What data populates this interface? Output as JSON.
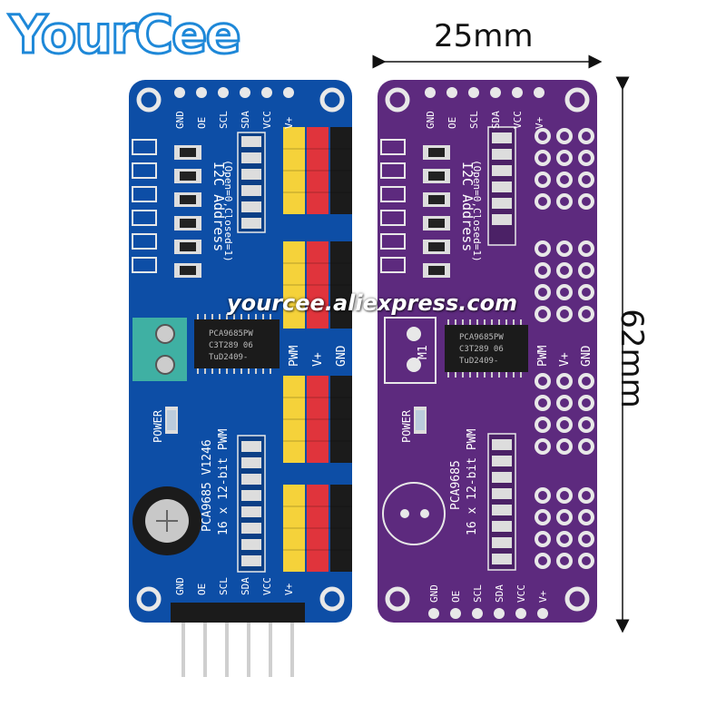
{
  "brand": {
    "logo_text": "YourCee"
  },
  "watermark": "yourcee.aliexpress.com",
  "dimensions": {
    "width_label": "25mm",
    "height_label": "62mm"
  },
  "blue_board": {
    "color": "#0d4ea6",
    "header_pins": [
      "GND",
      "OE",
      "SCL",
      "SDA",
      "VCC",
      "V+"
    ],
    "address_label": "I2C Address",
    "address_note": "(Open=0,Closed=1)",
    "column_labels": [
      "PWM",
      "V+",
      "GND"
    ],
    "power_label": "POWER",
    "model_label": "PCA9685 V1246",
    "channels_label": "16 x 12-bit PWM",
    "chip_lines": [
      "PCA9685PW",
      "C3T289 06",
      "TuD2409-"
    ]
  },
  "purple_board": {
    "color": "#5d2a7e",
    "header_pins": [
      "GND",
      "OE",
      "SCL",
      "SDA",
      "VCC",
      "V+"
    ],
    "address_label": "I2C Address",
    "address_note": "(Open=0,Closed=1)",
    "column_labels": [
      "PWM",
      "V+",
      "GND"
    ],
    "power_label": "POWER",
    "model_label": "PCA9685",
    "channels_label": "16 x 12-bit PWM",
    "terminal_label": "M1",
    "chip_lines": [
      "PCA9685PW",
      "C3T289 06",
      "TuD2409-"
    ]
  },
  "colors": {
    "pin_yellow": "#f5d23a",
    "pin_red": "#e0343c",
    "pin_black": "#1b1b1b",
    "brand_blue": "#1e88d8"
  }
}
